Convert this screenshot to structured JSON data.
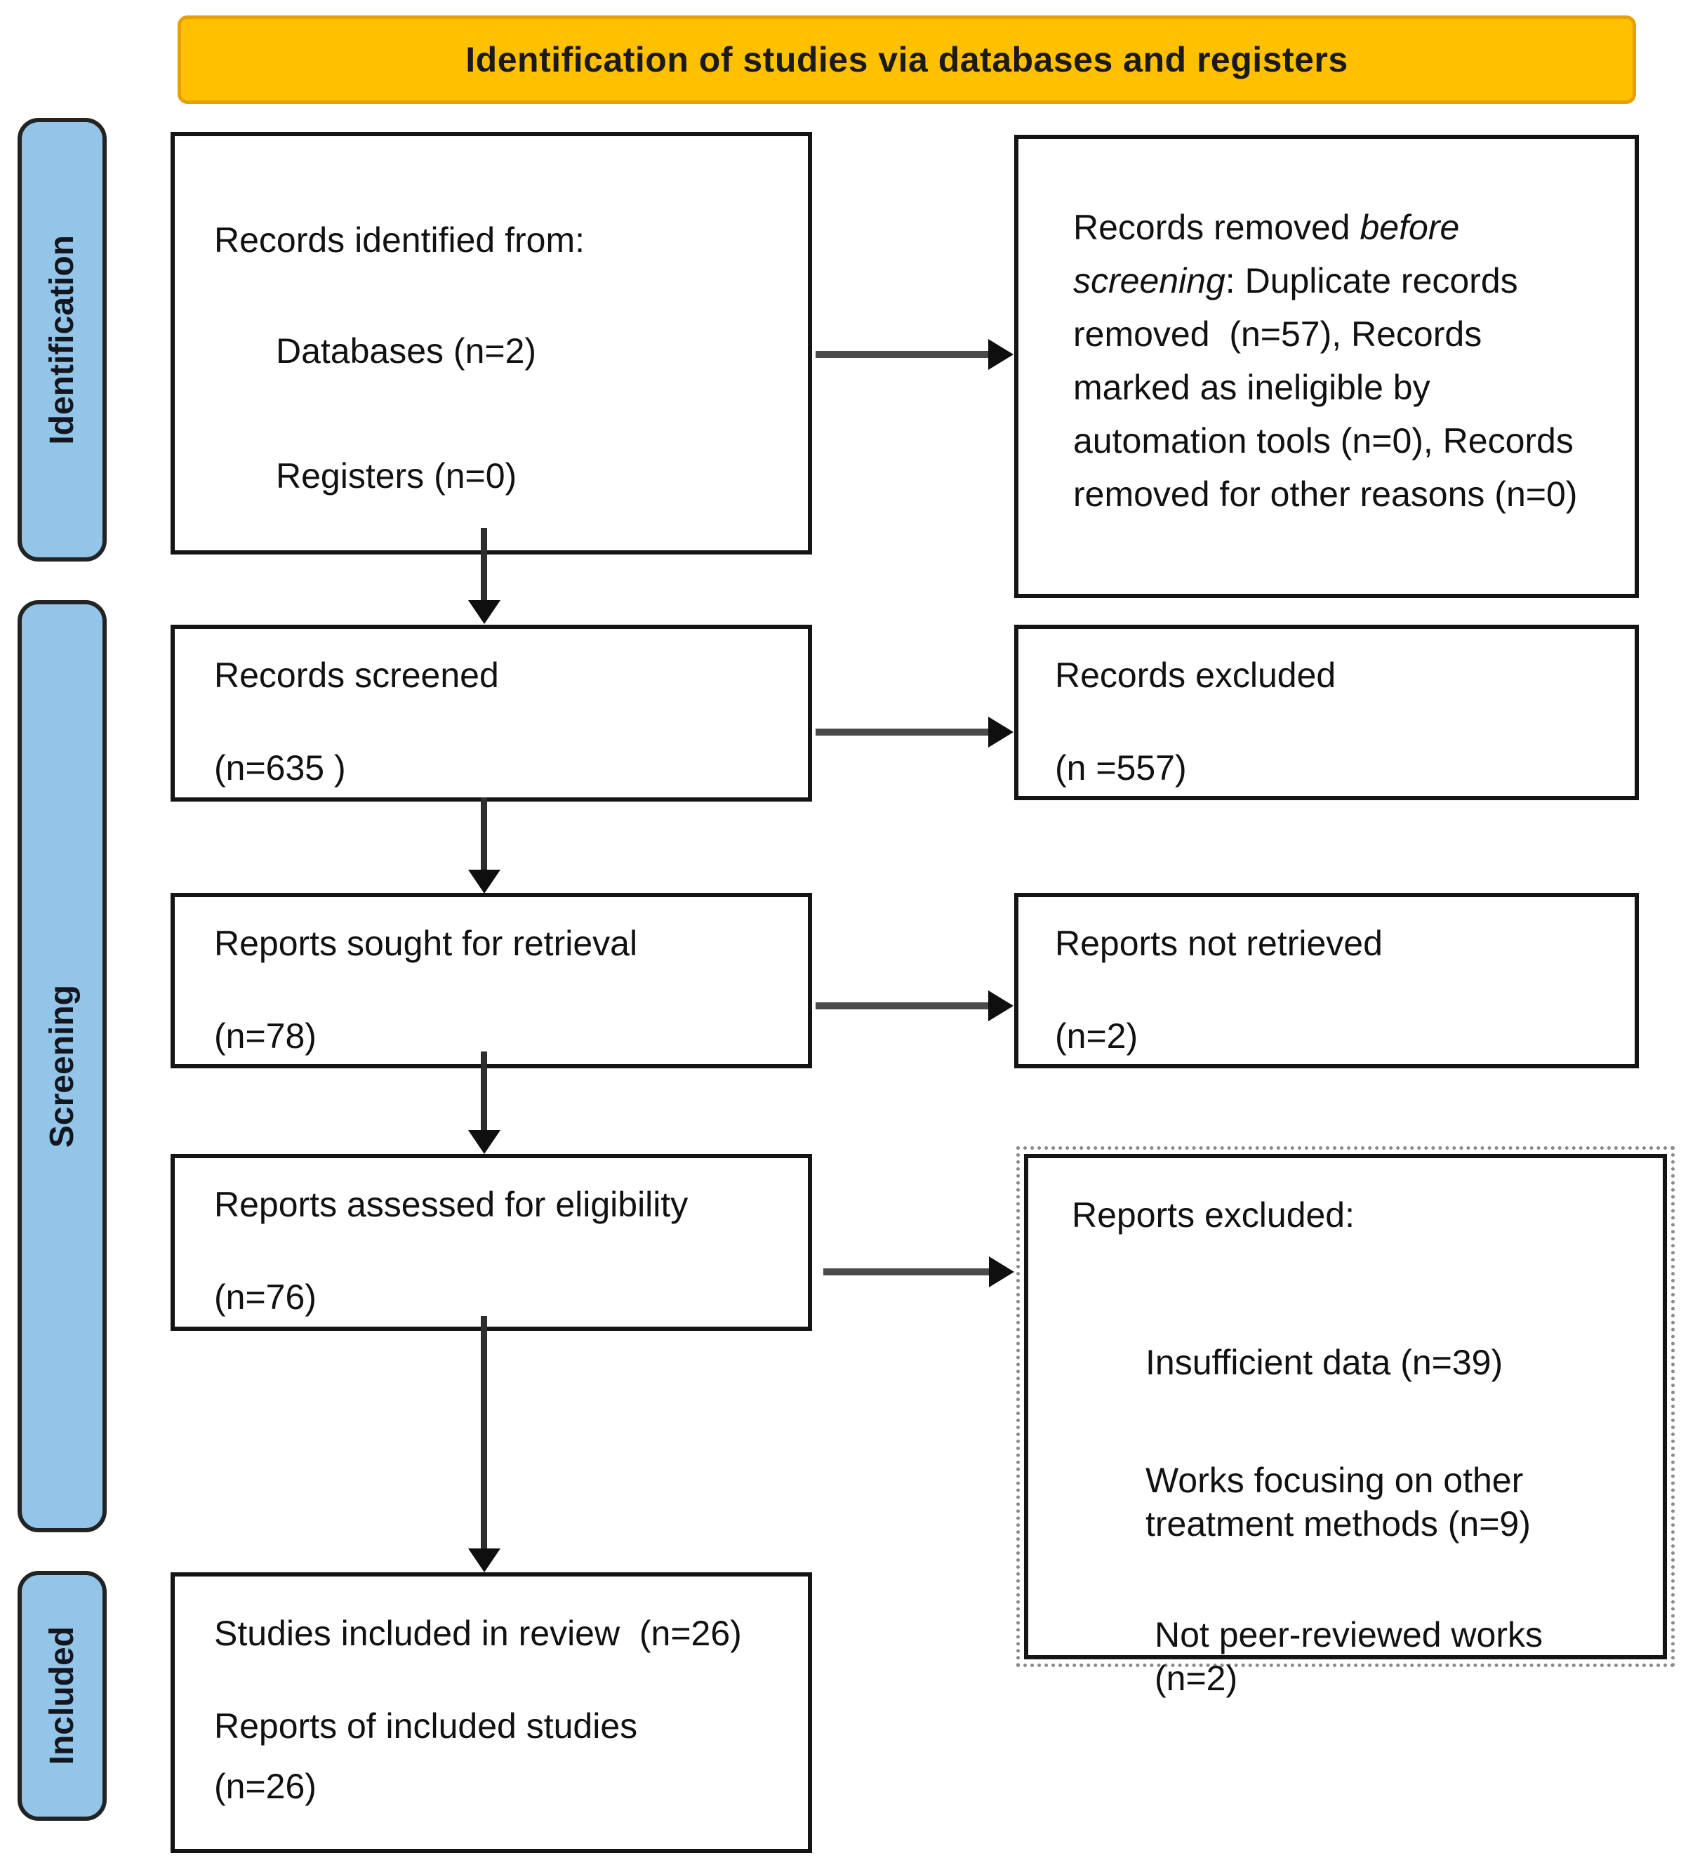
{
  "header": {
    "title": "Identification of studies via databases and registers",
    "bg_color": "#FFC000",
    "border_color": "#E8A000"
  },
  "sidebar": {
    "bg_color": "#92C5E8",
    "labels": {
      "identification": "Identification",
      "screening": "Screening",
      "included": "Included"
    }
  },
  "boxes": {
    "records_identified": {
      "title": "Records identified from:",
      "items": {
        "databases": "Databases (n=2)",
        "registers": "Registers (n=0)"
      }
    },
    "records_removed": {
      "prefix": "Records removed ",
      "italic": "before screening",
      "rest": ": Duplicate records removed  (n=57), Records marked as ineligible by automation tools (n=0), Records removed for other reasons (n=0)"
    },
    "records_screened": {
      "line1": "Records screened",
      "line2": "(n=635 )"
    },
    "records_excluded": {
      "line1": "Records excluded",
      "line2": "(n =557)"
    },
    "reports_sought": {
      "line1": "Reports sought for retrieval",
      "line2": "(n=78)"
    },
    "reports_not_retrieved": {
      "line1": "Reports not retrieved",
      "line2": "(n=2)"
    },
    "reports_assessed": {
      "line1": "Reports assessed for eligibility",
      "line2": "(n=76)"
    },
    "reports_excluded": {
      "title": "Reports excluded:",
      "items": {
        "insufficient": "Insufficient data (n=39)",
        "other_methods": "Works focusing on other treatment methods (n=9)",
        "not_peer_reviewed": "Not peer-reviewed works (n=2)"
      }
    },
    "studies_included": {
      "line1": "Studies included in review  (n=26)",
      "line2": "Reports of included studies",
      "line3": "(n=26)"
    }
  }
}
